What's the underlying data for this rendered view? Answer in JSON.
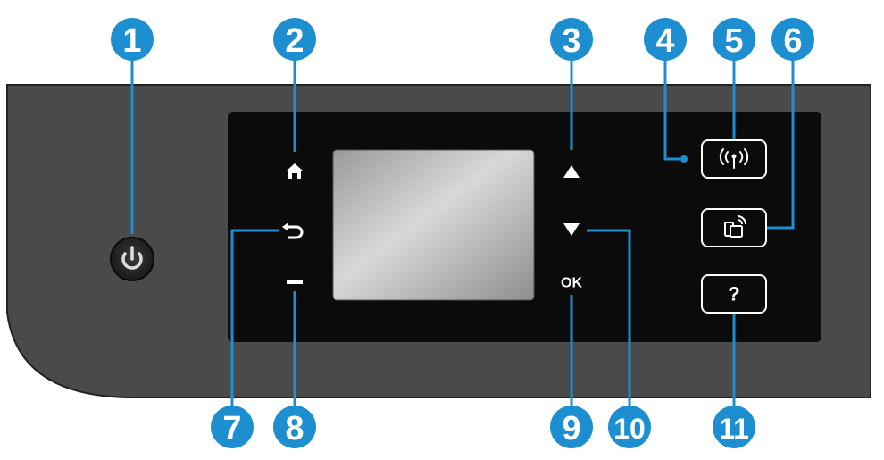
{
  "callouts": [
    {
      "id": "1",
      "label": "1"
    },
    {
      "id": "2",
      "label": "2"
    },
    {
      "id": "3",
      "label": "3"
    },
    {
      "id": "4",
      "label": "4"
    },
    {
      "id": "5",
      "label": "5"
    },
    {
      "id": "6",
      "label": "6"
    },
    {
      "id": "7",
      "label": "7"
    },
    {
      "id": "8",
      "label": "8"
    },
    {
      "id": "9",
      "label": "9"
    },
    {
      "id": "10",
      "label": "10"
    },
    {
      "id": "11",
      "label": "11"
    }
  ],
  "panel": {
    "ok_label": "OK",
    "help_label": "?"
  },
  "icons": {
    "power": "power-icon",
    "home": "home-icon",
    "back": "back-icon",
    "cancel": "cancel-icon",
    "up": "up-arrow-icon",
    "down": "down-arrow-icon",
    "wireless": "wireless-icon",
    "wifi_direct": "wifi-direct-icon",
    "help": "help-icon"
  },
  "colors": {
    "callout": "#1d8fd0",
    "panel_body": "#4a4a4a",
    "panel_face": "#0b0b0b",
    "screen": "#bdbdbd",
    "wireless_light": "#1d8fd0"
  }
}
